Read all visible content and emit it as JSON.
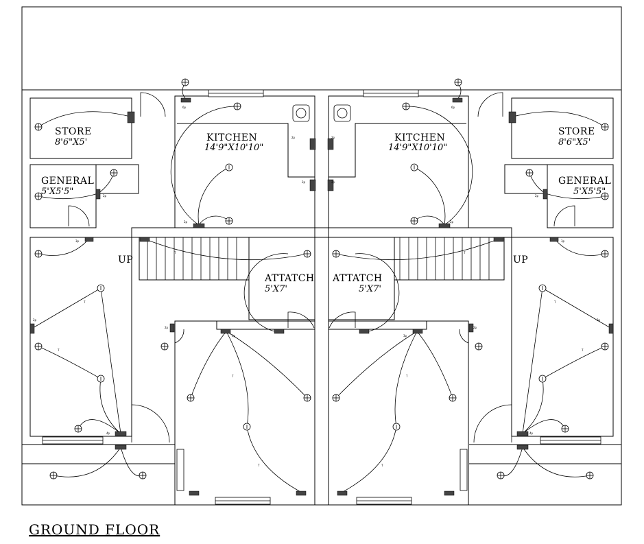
{
  "drawing_title": "GROUND FLOOR",
  "rooms": {
    "store_left": {
      "name": "STORE",
      "size": "8'6\"X5'"
    },
    "store_right": {
      "name": "STORE",
      "size": "8'6\"X5'"
    },
    "general_left": {
      "name": "GENERAL",
      "size": "5'X5'5\""
    },
    "general_right": {
      "name": "GENERAL",
      "size": "5'X5'5\""
    },
    "kitchen_left": {
      "name": "KITCHEN",
      "size": "14'9\"X10'10\""
    },
    "kitchen_right": {
      "name": "KITCHEN",
      "size": "14'9\"X10'10\""
    },
    "attach_left": {
      "name": "ATTATCH",
      "size": "5'X7'"
    },
    "attach_right": {
      "name": "ATTATCH",
      "size": "5'X7'"
    }
  },
  "stair_label": "UP",
  "small_labels": {
    "tag_2": "2p",
    "tag_3": "3p",
    "tag_4": "4p",
    "tag_6": "6p",
    "tag_t": "T"
  }
}
